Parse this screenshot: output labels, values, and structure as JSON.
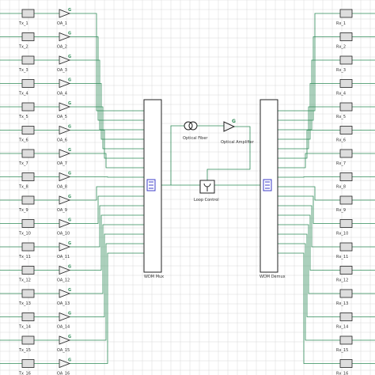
{
  "colors": {
    "background": "#ffffff",
    "grid": "#d8d8d8",
    "wire": "#2e8b57",
    "box_stroke": "#222222",
    "component_fill": "#dddddd",
    "amp_fill": "#f2f2f2",
    "port_blue": "#3c3cc8",
    "label": "#333333"
  },
  "tx_labels": [
    "Tx_1",
    "Tx_2",
    "Tx_3",
    "Tx_4",
    "Tx_5",
    "Tx_6",
    "Tx_7",
    "Tx_8",
    "Tx_9",
    "Tx_10",
    "Tx_11",
    "Tx_12",
    "Tx_13",
    "Tx_14",
    "Tx_15",
    "Tx_16"
  ],
  "oa_labels": [
    "OA_1",
    "OA_2",
    "OA_3",
    "OA_4",
    "OA_5",
    "OA_6",
    "OA_7",
    "OA_8",
    "OA_9",
    "OA_10",
    "OA_11",
    "OA_12",
    "OA_13",
    "OA_14",
    "OA_15",
    "OA_16"
  ],
  "rx_labels": [
    "Rx_1",
    "Rx_2",
    "Rx_3",
    "Rx_4",
    "Rx_5",
    "Rx_6",
    "Rx_7",
    "Rx_8",
    "Rx_9",
    "Rx_10",
    "Rx_11",
    "Rx_12",
    "Rx_13",
    "Rx_14",
    "Rx_15",
    "Rx_16"
  ],
  "amp_gain_symbol": "G",
  "mux_label": "WDM Mux",
  "demux_label": "WDM Demux",
  "fiber_label": "Optical Fiber",
  "amplifier_label": "Optical Amplifier",
  "loop_label": "Loop Control",
  "icons": {
    "transmitter": "transmitter-icon",
    "amplifier": "amplifier-triangle-icon",
    "fiber": "fiber-coil-icon",
    "loop": "loop-control-icon",
    "receiver": "receiver-icon"
  }
}
